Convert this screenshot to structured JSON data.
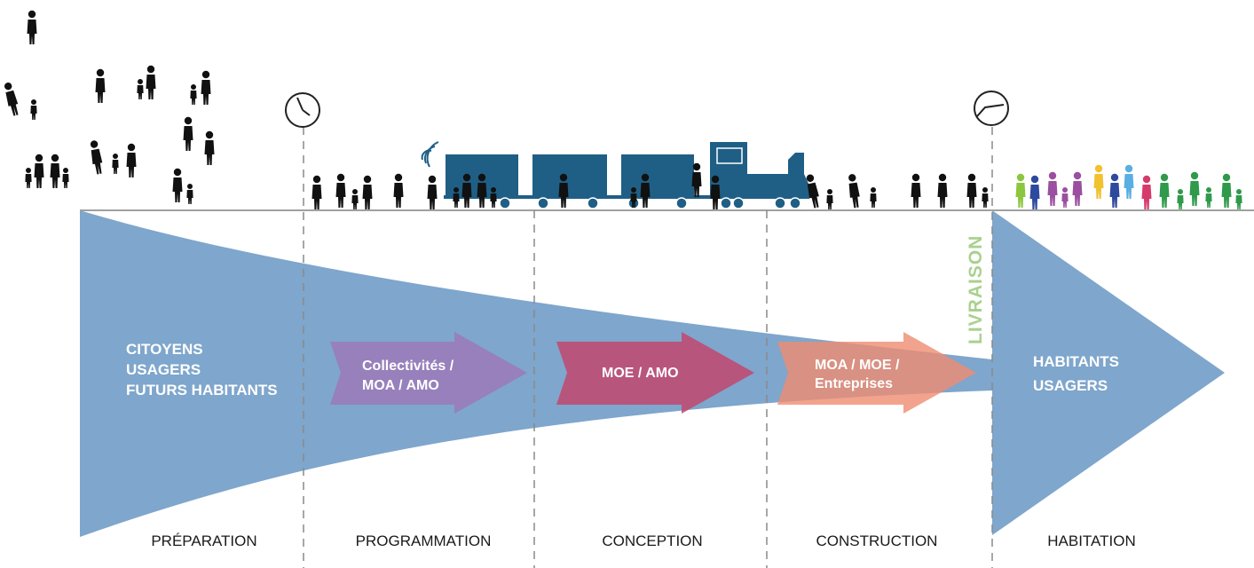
{
  "left_funnel": {
    "lines": [
      "CITOYENS",
      "USAGERS",
      "FUTURS HABITANTS"
    ]
  },
  "arrows": [
    {
      "lines": [
        "Collectivités /",
        "MOA / AMO"
      ],
      "color": "#9b7bb8"
    },
    {
      "lines": [
        "MOE / AMO"
      ],
      "color": "#c04a72"
    },
    {
      "lines": [
        "MOA / MOE /",
        "Entreprises"
      ],
      "color": "#ee9b7a"
    }
  ],
  "right_arrow": {
    "lines": [
      "HABITANTS",
      "USAGERS"
    ]
  },
  "milestone": "LIVRAISON",
  "phases": [
    "PRÉPARATION",
    "PROGRAMMATION",
    "CONCEPTION",
    "CONSTRUCTION",
    "HABITATION"
  ],
  "colors": {
    "funnel": "#7fa6cc",
    "train": "#1f5f85",
    "livraison": "#a9d18e",
    "figures": "#111111"
  },
  "icons": [
    "person-icon",
    "parent-child-icon",
    "clock-icon",
    "train-icon",
    "wifi-icon"
  ]
}
